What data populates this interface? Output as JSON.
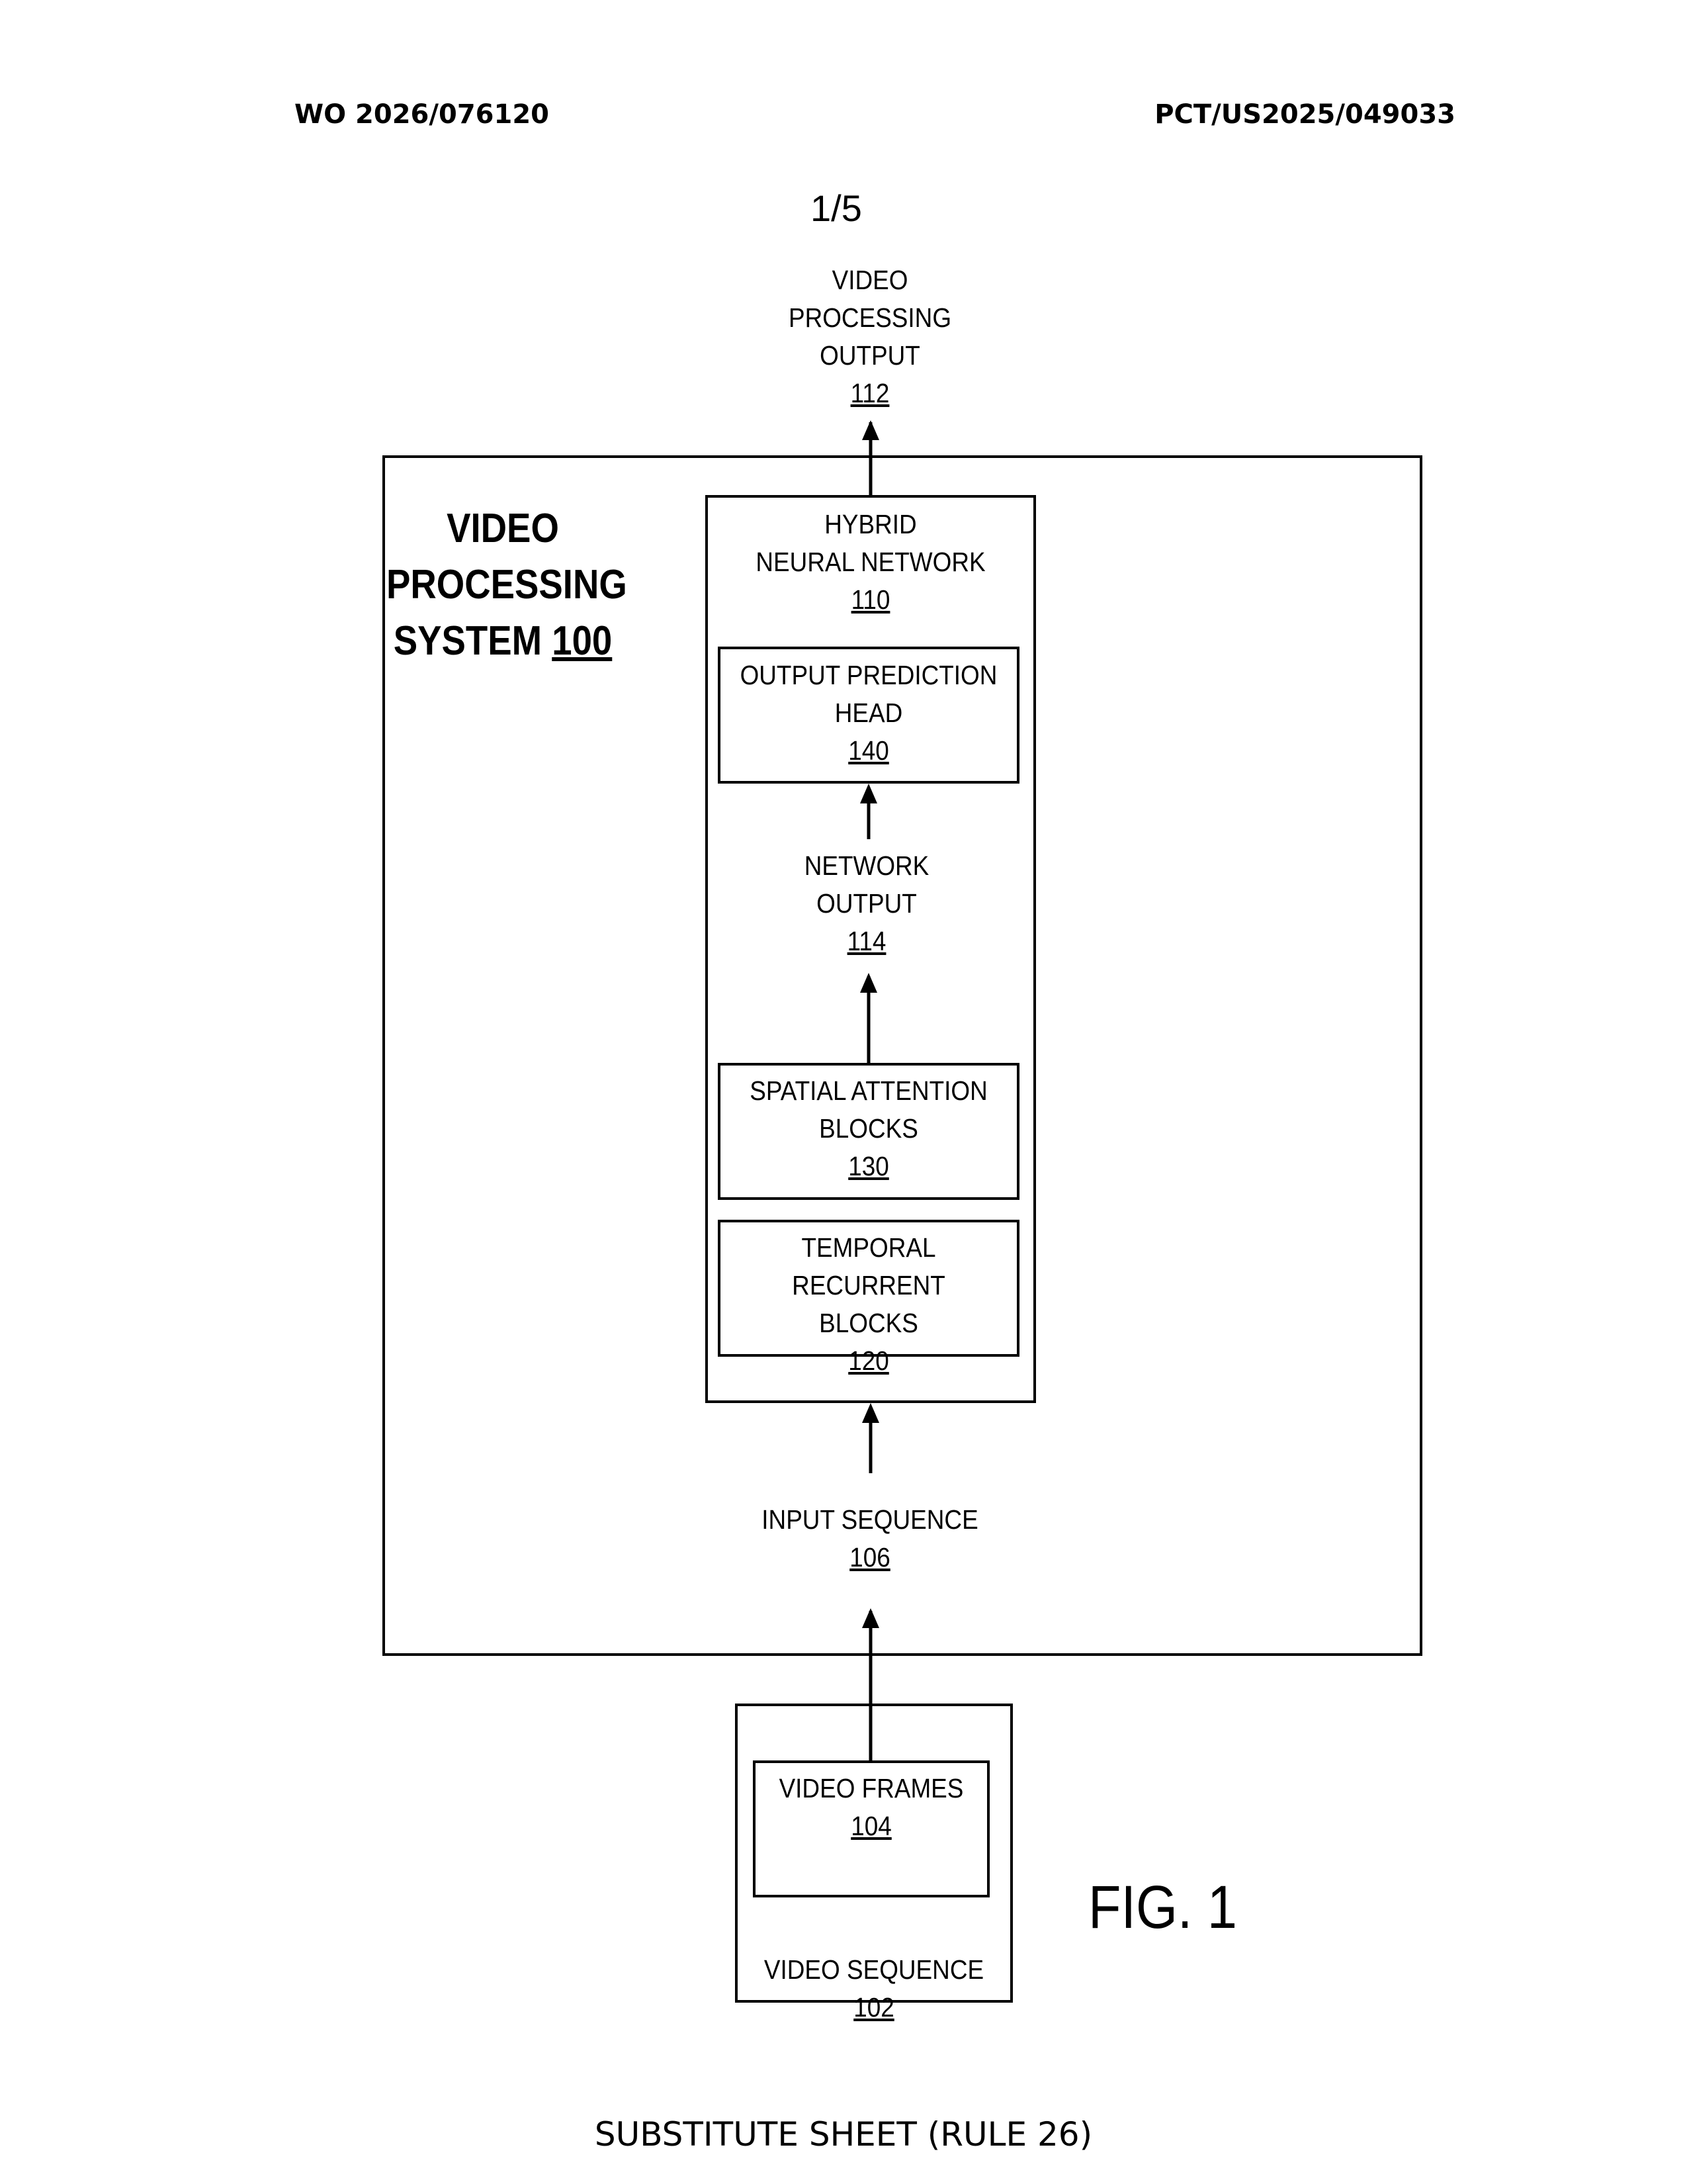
{
  "header": {
    "publication_number": "WO 2026/076120",
    "application_number": "PCT/US2025/049033"
  },
  "sheet_number": "1/5",
  "diagram": {
    "output": {
      "lines": [
        "VIDEO",
        "PROCESSING",
        "OUTPUT"
      ],
      "ref": "112"
    },
    "system": {
      "lines": [
        "VIDEO",
        "PROCESSING"
      ],
      "last_line": "SYSTEM",
      "ref": "100"
    },
    "network": {
      "lines": [
        "HYBRID",
        "NEURAL NETWORK"
      ],
      "ref": "110"
    },
    "prediction_head": {
      "lines": [
        "OUTPUT PREDICTION",
        "HEAD"
      ],
      "ref": "140"
    },
    "network_output": {
      "lines": [
        "NETWORK",
        "OUTPUT"
      ],
      "ref": "114"
    },
    "spatial_blocks": {
      "lines": [
        "SPATIAL ATTENTION",
        "BLOCKS"
      ],
      "ref": "130"
    },
    "temporal_blocks": {
      "lines": [
        "TEMPORAL RECURRENT",
        "BLOCKS"
      ],
      "ref": "120"
    },
    "input_sequence": {
      "lines": [
        "INPUT SEQUENCE"
      ],
      "ref": "106"
    },
    "video_frames": {
      "lines": [
        "VIDEO FRAMES"
      ],
      "ref": "104"
    },
    "video_sequence": {
      "label": "VIDEO SEQUENCE",
      "ref": "102"
    }
  },
  "figure_label": "FIG. 1",
  "footer": "SUBSTITUTE SHEET (RULE 26)"
}
